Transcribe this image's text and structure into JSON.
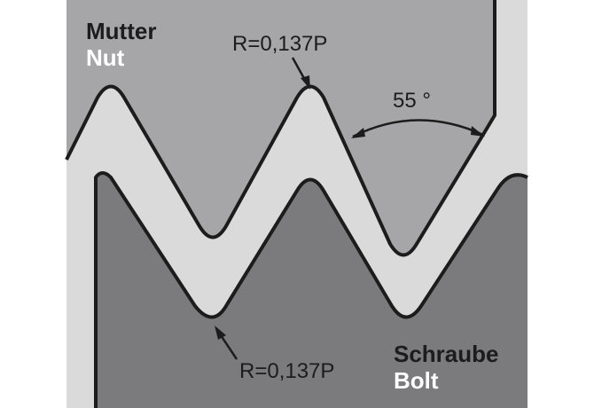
{
  "nut": {
    "label_de": "Mutter",
    "label_en": "Nut"
  },
  "bolt": {
    "label_de": "Schraube",
    "label_en": "Bolt"
  },
  "radius_top": "R=0,137P",
  "radius_bottom": "R=0,137P",
  "angle": "55 °",
  "colors": {
    "nut_fill": "#a6a6a8",
    "bolt_fill": "#7b7b7d",
    "gap_fill": "#dadadb",
    "outline": "#1c1c1c",
    "text_dark": "#1c1c1c",
    "text_light": "#ffffff"
  }
}
